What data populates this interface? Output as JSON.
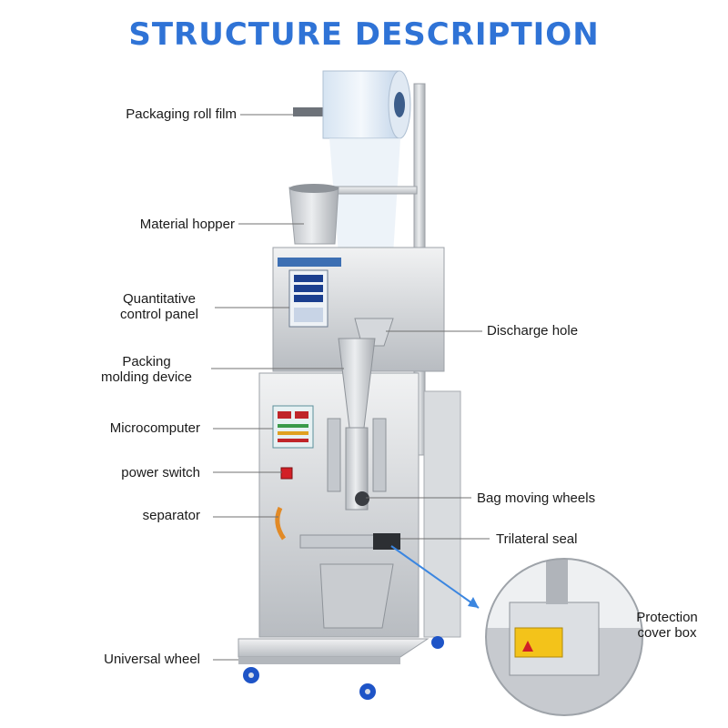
{
  "title": "STRUCTURE DESCRIPTION",
  "labels": {
    "packaging_roll_film": "Packaging roll film",
    "material_hopper": "Material hopper",
    "quantitative_control_panel_line1": "Quantitative",
    "quantitative_control_panel_line2": "control panel",
    "packing_molding_device_line1": "Packing",
    "packing_molding_device_line2": "molding device",
    "microcomputer": "Microcomputer",
    "power_switch": "power switch",
    "separator": "separator",
    "universal_wheel": "Universal wheel",
    "discharge_hole": "Discharge hole",
    "bag_moving_wheels": "Bag moving wheels",
    "trilateral_seal": "Trilateral seal",
    "protection_cover_box_line1": "Protection",
    "protection_cover_box_line2": "cover box"
  },
  "colors": {
    "title": "#2f73d6",
    "callout_arrow": "#3b86e0",
    "steel": "#c9ccd0"
  }
}
